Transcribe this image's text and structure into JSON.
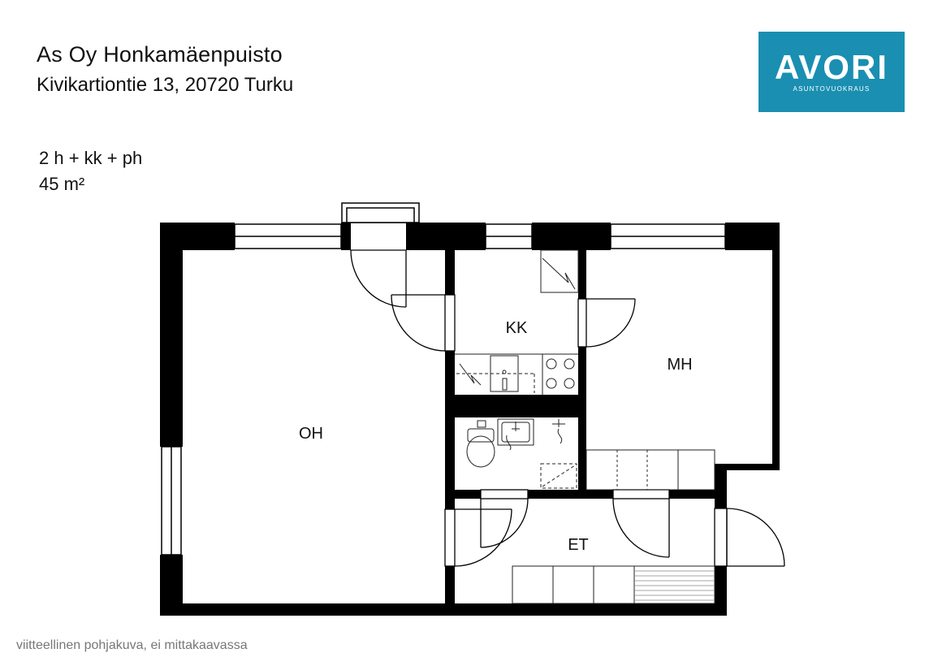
{
  "header": {
    "title": "As Oy Honkamäenpuisto",
    "address": "Kivikartiontie 13, 20720 Turku"
  },
  "apartment": {
    "type": "2 h + kk + ph",
    "area": "45 m²"
  },
  "logo": {
    "wordmark": "AVORI",
    "tagline": "ASUNTOVUOKRAUS",
    "brand_color": "#1a8fb1"
  },
  "rooms": {
    "living_room": "OH",
    "kitchen": "KK",
    "bedroom": "MH",
    "hallway": "ET"
  },
  "footer": {
    "note": "viitteellinen pohjakuva, ei mittakaavassa"
  },
  "colors": {
    "wall": "#000000",
    "fixture_line": "#222222"
  }
}
